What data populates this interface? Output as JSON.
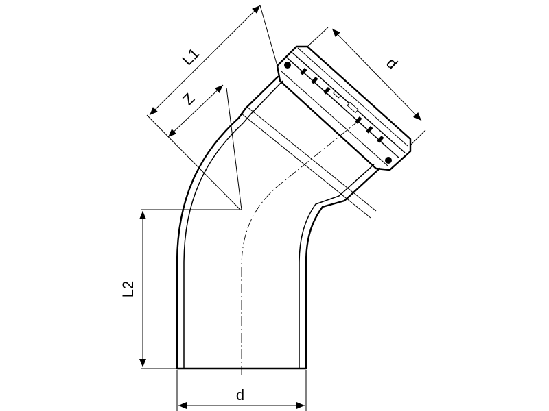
{
  "drawing": {
    "labels": {
      "l1": "L1",
      "z": "Z",
      "d_top": "d",
      "l2": "L2",
      "d_bottom": "d"
    },
    "colors": {
      "line": "#000000",
      "background": "#ffffff"
    }
  }
}
